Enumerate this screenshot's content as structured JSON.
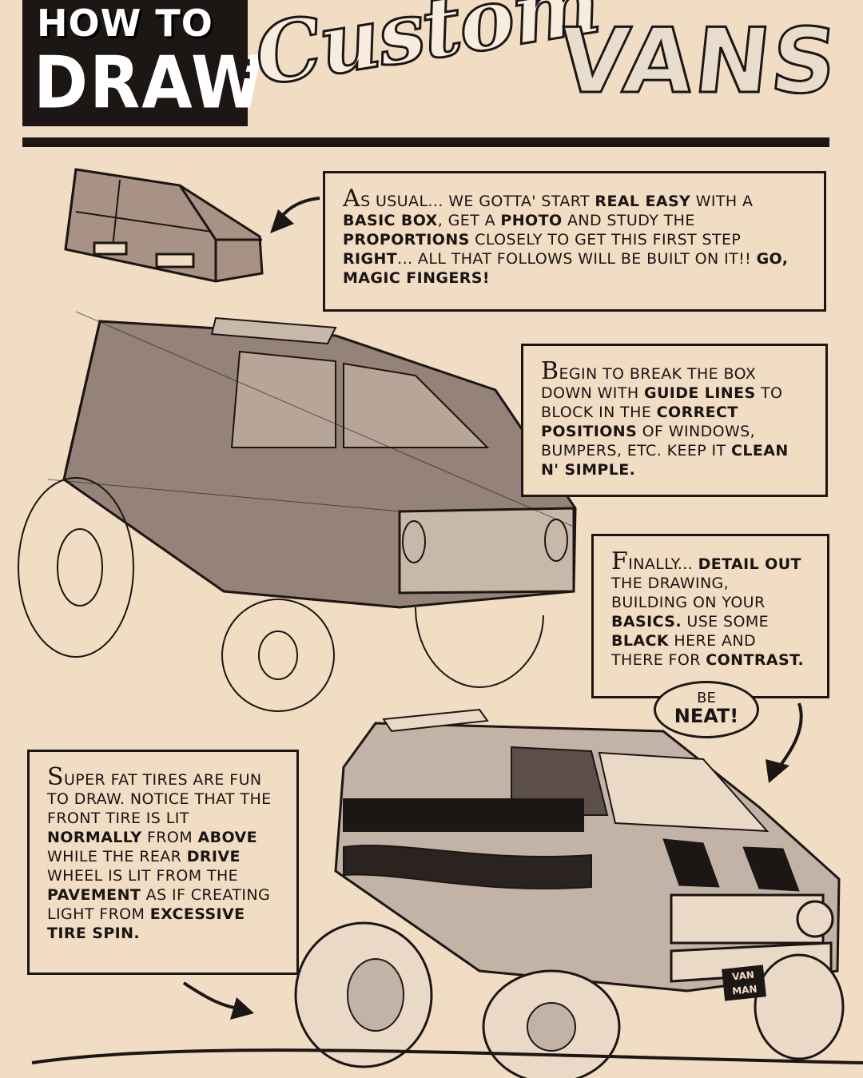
{
  "title": {
    "line1": "HOW TO",
    "line2": "DRAW",
    "colon": ":",
    "custom": "Custom",
    "vans": "VANS"
  },
  "step1": {
    "drop": "A",
    "text_a": "S USUAL... WE GOTTA' START ",
    "bold_a": "REAL EASY",
    "text_b": " WITH A ",
    "bold_b": "BASIC BOX",
    "text_c": ", GET A ",
    "bold_c": "PHOTO",
    "text_d": " AND STUDY THE ",
    "bold_d": "PROPORTIONS",
    "text_e": " CLOSELY TO GET THIS FIRST STEP ",
    "bold_e": "RIGHT",
    "text_f": "... ALL THAT FOLLOWS WILL BE BUILT ON IT!! ",
    "bold_f": "GO, MAGIC FINGERS!"
  },
  "step2": {
    "drop": "B",
    "text_a": "EGIN TO BREAK THE BOX DOWN WITH ",
    "bold_a": "GUIDE LINES",
    "text_b": " TO BLOCK IN THE ",
    "bold_b": "CORRECT POSITIONS",
    "text_c": " OF WINDOWS, BUMPERS, ETC. KEEP IT ",
    "bold_c": "CLEAN N' SIMPLE."
  },
  "step3": {
    "drop": "F",
    "text_a": "INALLY... ",
    "bold_a": "DETAIL OUT",
    "text_b": " THE DRAWING, BUILDING ON YOUR ",
    "bold_b": "BASICS.",
    "text_c": " USE SOME ",
    "bold_c": "BLACK",
    "text_d": " HERE AND THERE FOR ",
    "bold_d": "CONTRAST."
  },
  "bubble": {
    "line1": "BE",
    "line2": "NEAT!"
  },
  "step4": {
    "drop": "S",
    "text_a": "UPER FAT TIRES ARE FUN TO DRAW. NOTICE THAT THE FRONT TIRE IS LIT ",
    "bold_a": "NORMALLY",
    "text_b": " FROM ",
    "bold_b": "ABOVE",
    "text_c": " WHILE THE REAR ",
    "bold_c": "DRIVE",
    "text_d": " WHEEL IS LIT FROM THE ",
    "bold_d": "PAVEMENT",
    "text_e": " AS IF CREATING LIGHT FROM ",
    "bold_e": "EXCESSIVE TIRE SPIN."
  },
  "plate": {
    "line1": "VAN",
    "line2": "MAN"
  },
  "colors": {
    "paper": "#f1dcc4",
    "ink": "#1c1714",
    "tone": "#8a7a70"
  }
}
